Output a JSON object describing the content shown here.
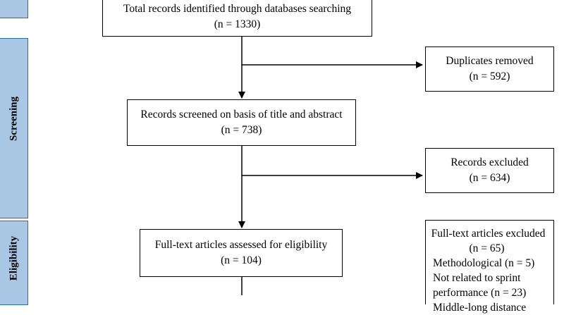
{
  "stages": {
    "identification": "",
    "screening": "Screening",
    "eligibility": "Eligibility"
  },
  "boxes": {
    "identified": {
      "line1": "Total records identified through databases searching",
      "line2": "(n = 1330)"
    },
    "duplicates": {
      "line1": "Duplicates removed",
      "line2": "(n = 592)"
    },
    "screened": {
      "line1": "Records screened on basis of title and abstract",
      "line2": "(n = 738)"
    },
    "excluded": {
      "line1": "Records excluded",
      "line2": "(n = 634)"
    },
    "assessed": {
      "line1": "Full-text articles assessed for eligibility",
      "line2": "(n = 104)"
    },
    "fulltext_excluded": {
      "lines": [
        "Full-text articles excluded",
        "(n = 65)",
        "Methodological (n = 5)",
        "Not related to sprint",
        "performance (n = 23)",
        "Middle-long distance"
      ]
    }
  }
}
